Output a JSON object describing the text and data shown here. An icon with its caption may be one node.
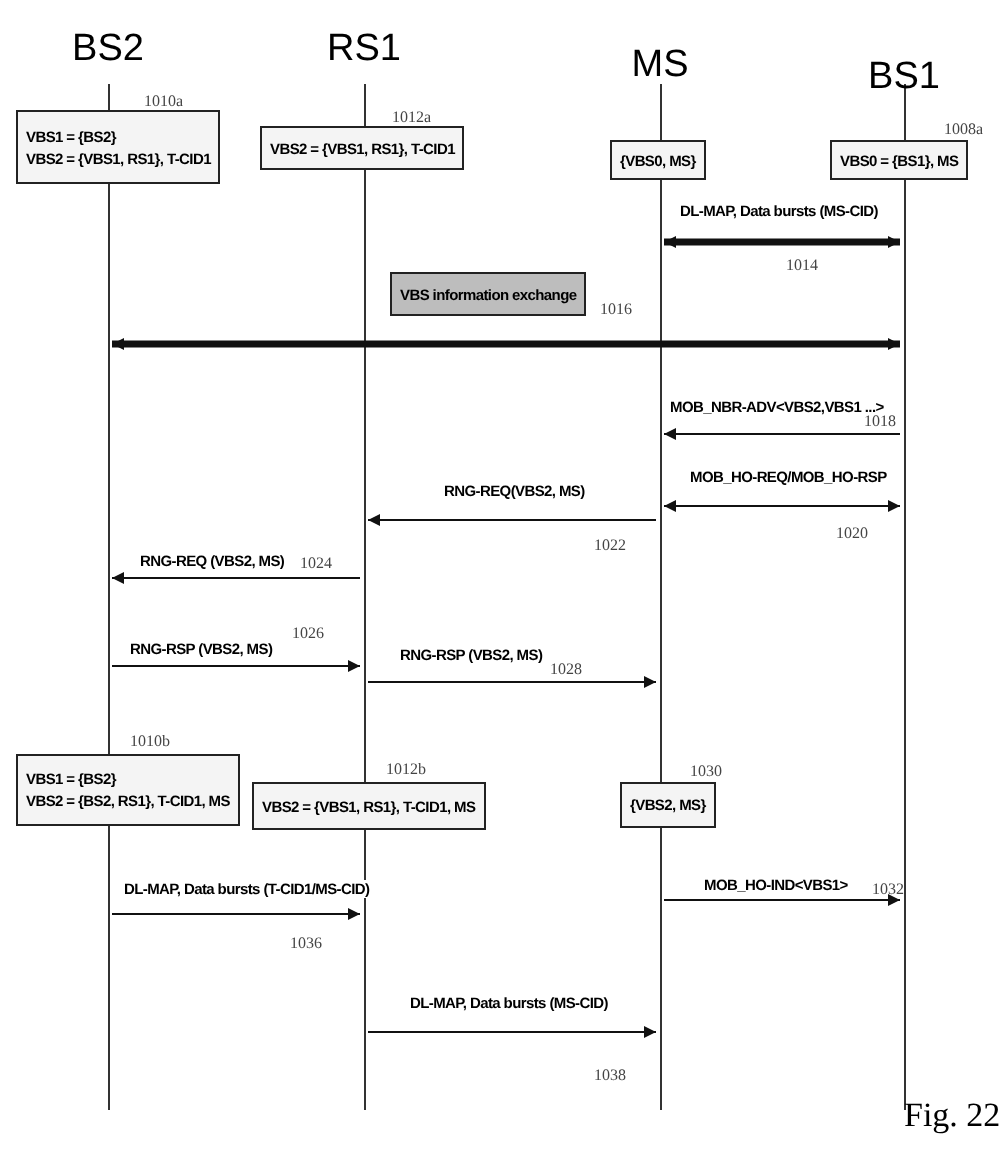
{
  "diagram": {
    "caption": "Fig. 22",
    "nodes": [
      {
        "text": [
          "BS2"
        ]
      },
      {
        "text": [
          "RS1"
        ]
      },
      {
        "text": [
          "MS"
        ]
      },
      {
        "text": [
          "BS1"
        ]
      },
      {
        "text": [
          "VBS1 = {BS2}",
          "VBS2 = {VBS1, RS1}, T-CID1"
        ],
        "beside": [
          "1010a"
        ]
      },
      {
        "text": [
          "VBS2 = {VBS1, RS1}, T-CID1"
        ],
        "beside": [
          "1012a"
        ]
      },
      {
        "text": [
          "{VBS0, MS}"
        ]
      },
      {
        "text": [
          "VBS0 = {BS1}, MS"
        ],
        "beside": [
          "1008a"
        ]
      },
      {
        "text": [
          "VBS information exchange"
        ]
      },
      {
        "text": [
          "VBS1 = {BS2}",
          "VBS2 = {BS2, RS1}, T-CID1, MS"
        ],
        "beside": [
          "1010b"
        ]
      },
      {
        "text": [
          "VBS2 = {VBS1, RS1}, T-CID1, MS"
        ],
        "beside": [
          "1012b"
        ]
      },
      {
        "text": [
          "{VBS2, MS}"
        ],
        "beside": [
          "1030"
        ]
      }
    ],
    "edges": [
      {
        "from": 2,
        "to": 3,
        "arrow": "both",
        "label": "DL-MAP, Data bursts (MS-CID)",
        "style": "thick"
      },
      {
        "from": 0,
        "to": 3,
        "arrow": "both",
        "style": "thick"
      },
      {
        "from": 3,
        "to": 2,
        "arrow": "to",
        "label": "MOB_NBR-ADV<VBS2,VBS1 ...>"
      },
      {
        "from": 2,
        "to": 3,
        "arrow": "both",
        "label": "MOB_HO-REQ/MOB_HO-RSP"
      },
      {
        "from": 2,
        "to": 1,
        "arrow": "to",
        "label": "RNG-REQ(VBS2, MS)"
      },
      {
        "from": 1,
        "to": 0,
        "arrow": "to",
        "label": "RNG-REQ (VBS2, MS)"
      },
      {
        "from": 0,
        "to": 1,
        "arrow": "to",
        "label": "RNG-RSP (VBS2, MS)"
      },
      {
        "from": 1,
        "to": 2,
        "arrow": "to",
        "label": "RNG-RSP (VBS2, MS)"
      },
      {
        "from": 2,
        "to": 3,
        "arrow": "to",
        "label": "MOB_HO-IND<VBS1>"
      },
      {
        "from": 0,
        "to": 1,
        "arrow": "to",
        "label": "DL-MAP, Data bursts (T-CID1/MS-CID)"
      },
      {
        "from": 1,
        "to": 2,
        "arrow": "to",
        "label": "DL-MAP, Data bursts (MS-CID)"
      }
    ],
    "labels": [
      "1014",
      "1016",
      "1018",
      "1020",
      "1022",
      "1024",
      "1026",
      "1028",
      "1032",
      "1036",
      "1038"
    ]
  }
}
